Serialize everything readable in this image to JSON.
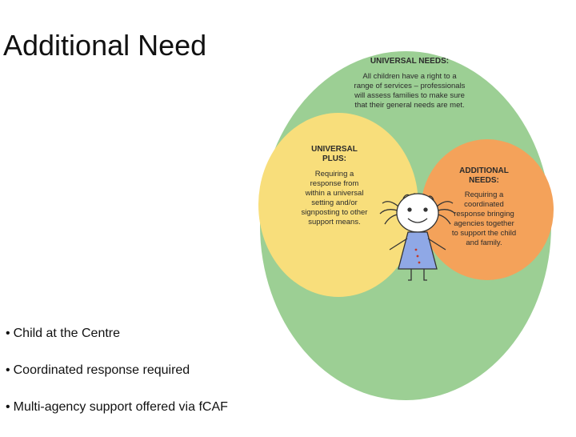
{
  "title": "Additional Need",
  "bullets": [
    "Child at the Centre",
    "Coordinated response required",
    "Multi-agency support offered via fCAF"
  ],
  "diagram": {
    "universal": {
      "heading": "UNIVERSAL NEEDS:",
      "lines": [
        "All children have a right to a",
        "range of services – professionals",
        "will assess families to make sure",
        "that their general needs are met."
      ],
      "color": "#9ccf94"
    },
    "universal_plus": {
      "heading": [
        "UNIVERSAL",
        "PLUS:"
      ],
      "lines": [
        "Requiring a",
        "response from",
        "within a universal",
        "setting and/or",
        "signposting to other",
        "support means."
      ],
      "color": "#f8de7b"
    },
    "additional": {
      "heading": [
        "ADDITIONAL",
        "NEEDS:"
      ],
      "lines": [
        "Requiring a",
        "coordinated",
        "response bringing",
        "agencies together",
        "to support the child",
        "and family."
      ],
      "color": "#f4a25a"
    },
    "child_icon": "child-drawing-icon"
  }
}
